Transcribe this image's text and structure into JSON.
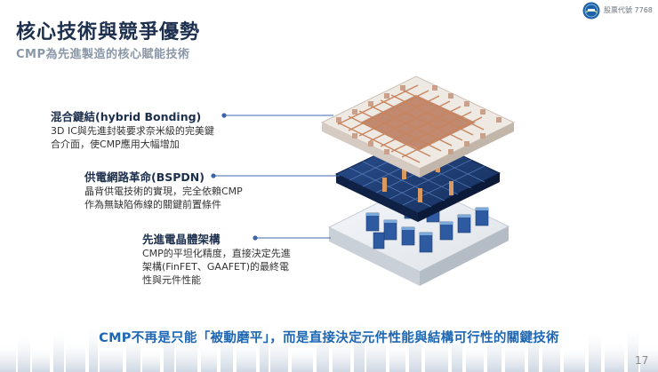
{
  "header": {
    "title": "核心技術與競爭優勢",
    "subtitle": "CMP為先進製造的核心賦能技術",
    "stock_label": "股票代號 7768"
  },
  "items": [
    {
      "title": "混合鍵結(hybrid Bonding)",
      "lines": [
        "3D IC與先進封裝要求奈米級的完美鍵",
        "合介面，使CMP應用大幅增加"
      ]
    },
    {
      "title": "供電網路革命(BSPDN)",
      "lines": [
        "晶背供電技術的實現，完全依賴CMP",
        "作為無缺陷佈線的關鍵前置條件"
      ]
    },
    {
      "title": "先進電晶體架構",
      "lines": [
        "CMP的平坦化精度，直接決定先進",
        "架構(FinFET、GAAFET)的最終電",
        "性與元件性能"
      ]
    }
  ],
  "footer": {
    "statement": "CMP不再是只能「被動磨平」，而是直接決定元件性能與結構可行性的關鍵技術",
    "page_number": "17"
  },
  "colors": {
    "title": "#1c2f4d",
    "accent": "#1c66b3",
    "leader": "#3d64a8"
  }
}
